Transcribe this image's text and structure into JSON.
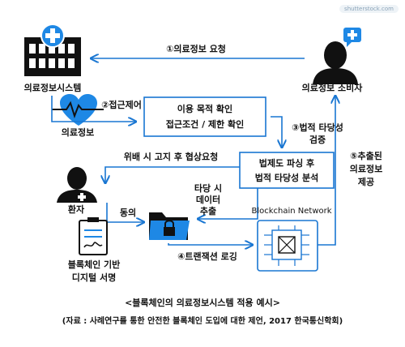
{
  "watermark": "shutterstock.com",
  "nodes": {
    "hospital_system": "의료정보시스템",
    "consumer": "의료정보 소비자",
    "medical_info": "의료정보",
    "patient": "환자",
    "blockchain_sig": [
      "블록체인 기반",
      "디지털 서명"
    ],
    "blockchain_network": "Blockchain Network"
  },
  "steps": {
    "step1": "①의료정보 요청",
    "step2": "②접근제어",
    "step3": [
      "③법적 타당성",
      "검증"
    ],
    "step4": "④트랜잭션 로깅",
    "step5": [
      "⑤추출된",
      "의료정보",
      "제공"
    ]
  },
  "boxes": {
    "access_check": [
      "이용 목적 확인",
      "접근조건 / 제한 확인"
    ],
    "legal_check": [
      "법제도 파싱 후",
      "법적 타당성 분석"
    ]
  },
  "labels": {
    "violation_notice": "위배 시 고지 후 협상요청",
    "consent": "동의",
    "extract_valid": [
      "타당 시",
      "데이터",
      "추출"
    ]
  },
  "caption": {
    "title": "<블록체인의 의료정보시스템 적용 예시>",
    "source": "(자료 : 사례연구를 통한 안전한 블록체인 도입에 대한 제언, 2017 한국통신학회)"
  },
  "colors": {
    "accent_blue": "#1976d2",
    "dark": "#111111",
    "icon_blue": "#1e88e5"
  }
}
